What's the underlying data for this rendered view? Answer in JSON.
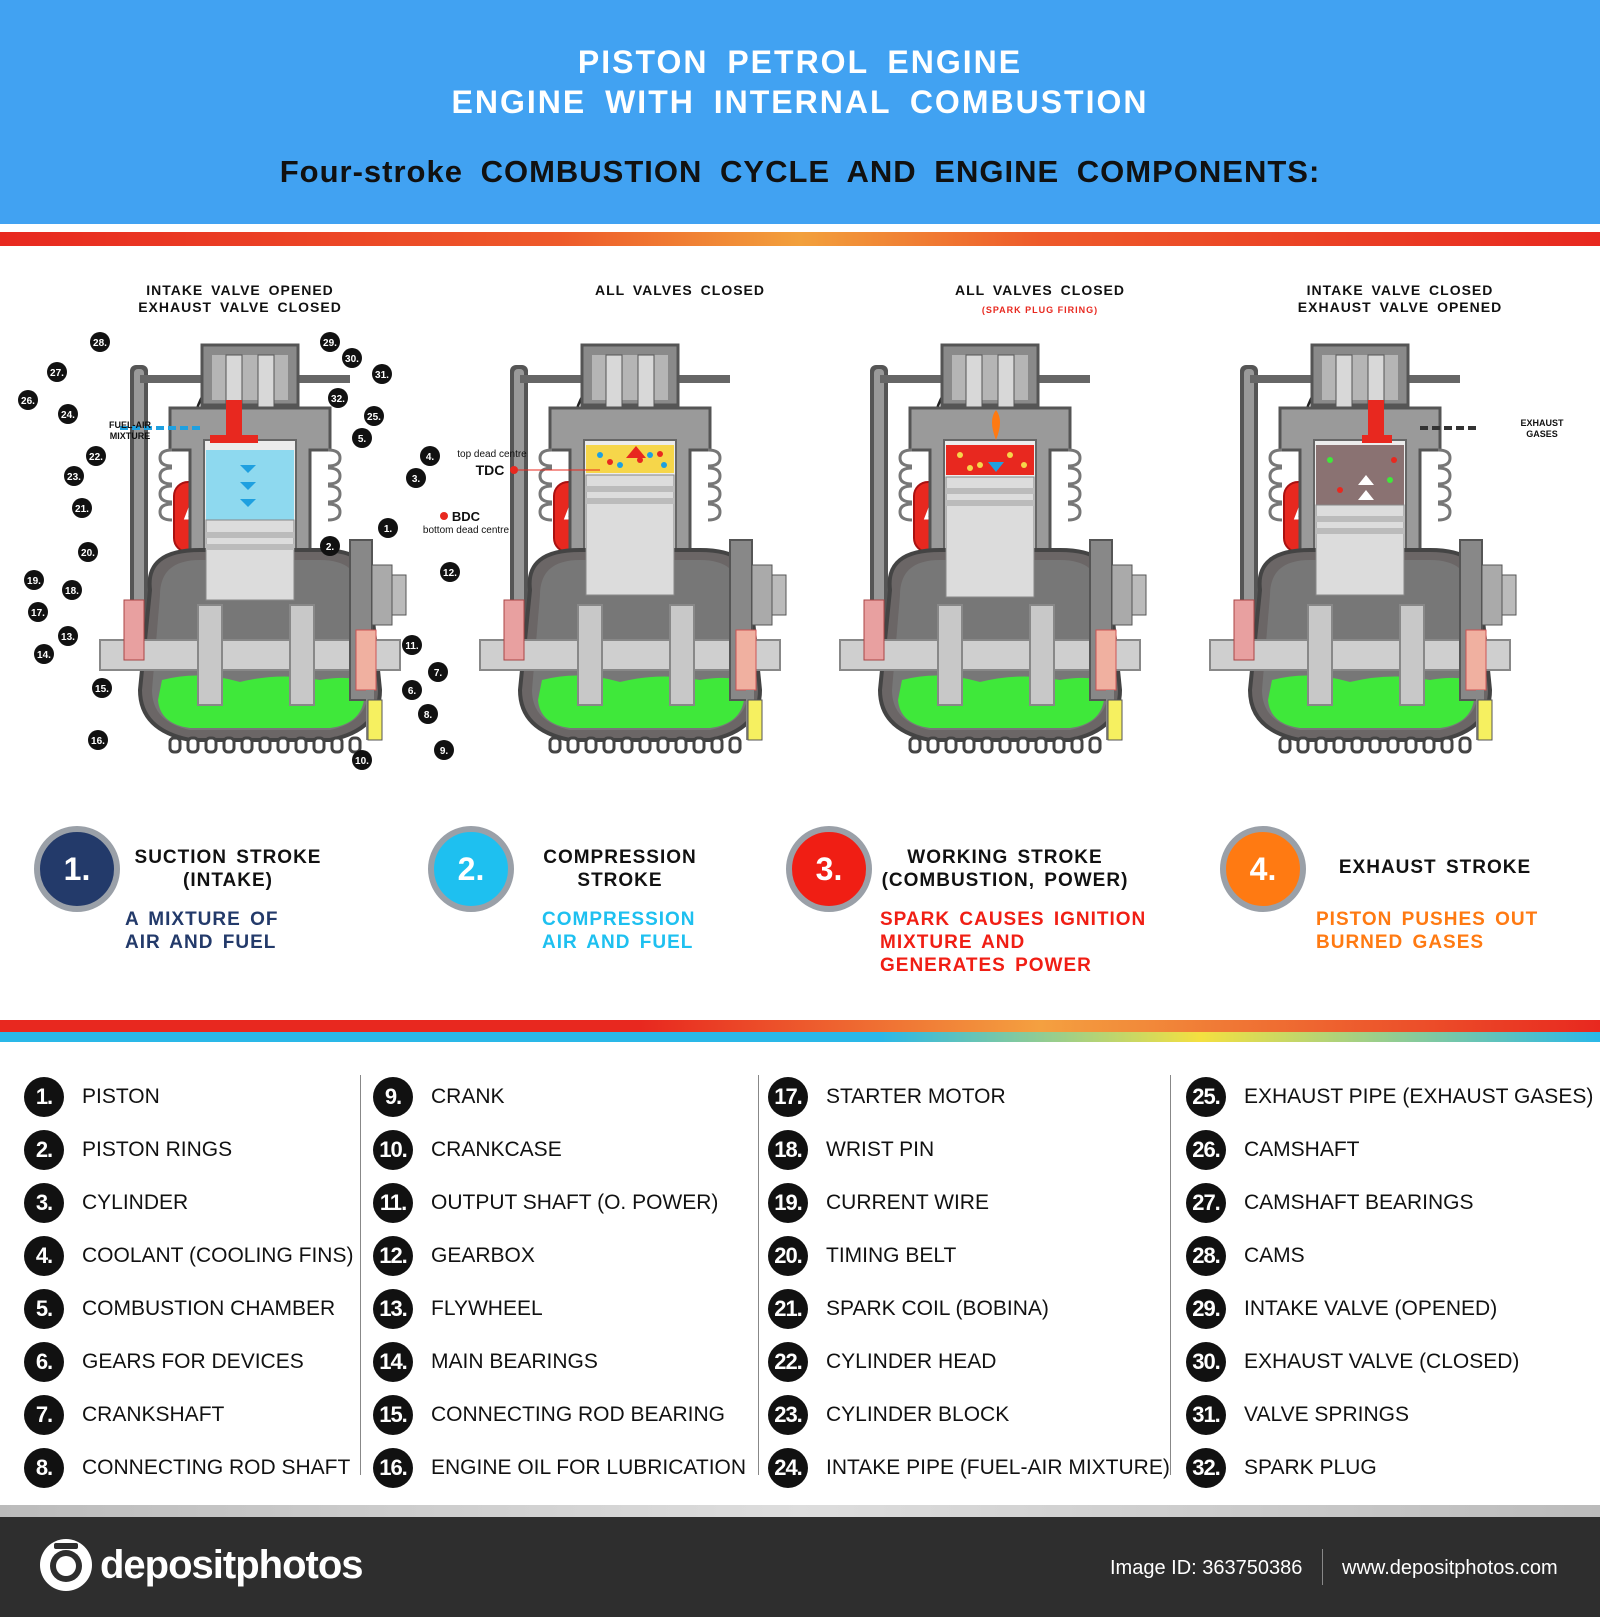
{
  "header": {
    "title_line1": "PISTON PETROL ENGINE",
    "title_line2": "ENGINE WITH INTERNAL COMBUSTION",
    "subtitle": "Four-stroke COMBUSTION CYCLE AND ENGINE COMPONENTS:"
  },
  "panels": [
    {
      "valve_line1": "INTAKE VALVE OPENED",
      "valve_line2": "EXHAUST VALVE CLOSED",
      "note": ""
    },
    {
      "valve_line1": "ALL VALVES CLOSED",
      "valve_line2": "",
      "note": ""
    },
    {
      "valve_line1": "ALL VALVES CLOSED",
      "valve_line2": "",
      "note": "(SPARK PLUG FIRING)"
    },
    {
      "valve_line1": "INTAKE VALVE CLOSED",
      "valve_line2": "EXHAUST VALVE OPENED",
      "note": ""
    }
  ],
  "annotations": {
    "fuel_air": "FUEL-AIR",
    "mixture": "MIXTURE",
    "tdc_small": "top dead centre",
    "tdc": "TDC",
    "bdc": "BDC",
    "bdc_small": "bottom dead centre",
    "exhaust": "EXHAUST",
    "gases": "GASES"
  },
  "callout_numbers": [
    "28.",
    "29.",
    "30.",
    "27.",
    "31.",
    "26.",
    "32.",
    "24.",
    "25.",
    "5.",
    "22.",
    "4.",
    "3.",
    "23.",
    "21.",
    "1.",
    "2.",
    "20.",
    "12.",
    "19.",
    "18.",
    "17.",
    "13.",
    "11.",
    "14.",
    "7.",
    "15.",
    "6.",
    "8.",
    "16.",
    "9.",
    "10."
  ],
  "strokes": [
    {
      "number": "1.",
      "name_line1": "SUCTION STROKE",
      "name_line2": "(INTAKE)",
      "desc_line1": "A MIXTURE OF",
      "desc_line2": "AIR AND FUEL",
      "desc_line3": "",
      "circle_color": "#233a6a",
      "text_color": "#233a6a"
    },
    {
      "number": "2.",
      "name_line1": "COMPRESSION",
      "name_line2": "STROKE",
      "desc_line1": "COMPRESSION",
      "desc_line2": "AIR AND FUEL",
      "desc_line3": "",
      "circle_color": "#1ec0f0",
      "text_color": "#1ec0f0"
    },
    {
      "number": "3.",
      "name_line1": "WORKING STROKE",
      "name_line2": "(COMBUSTION, POWER)",
      "desc_line1": "SPARK CAUSES IGNITION",
      "desc_line2": "MIXTURE AND",
      "desc_line3": "GENERATES POWER",
      "circle_color": "#f01e14",
      "text_color": "#f01e14"
    },
    {
      "number": "4.",
      "name_line1": "EXHAUST STROKE",
      "name_line2": "",
      "desc_line1": "PISTON PUSHES OUT",
      "desc_line2": "BURNED GASES",
      "desc_line3": "",
      "circle_color": "#ff7a12",
      "text_color": "#ff7a12"
    }
  ],
  "components": [
    {
      "n": "1.",
      "label": "PISTON"
    },
    {
      "n": "2.",
      "label": "PISTON RINGS"
    },
    {
      "n": "3.",
      "label": "CYLINDER"
    },
    {
      "n": "4.",
      "label": "COOLANT (COOLING FINS)"
    },
    {
      "n": "5.",
      "label": "COMBUSTION CHAMBER"
    },
    {
      "n": "6.",
      "label": "GEARS FOR DEVICES"
    },
    {
      "n": "7.",
      "label": "CRANKSHAFT"
    },
    {
      "n": "8.",
      "label": "CONNECTING ROD SHAFT"
    },
    {
      "n": "9.",
      "label": "CRANK"
    },
    {
      "n": "10.",
      "label": "CRANKCASE"
    },
    {
      "n": "11.",
      "label": "OUTPUT SHAFT (O. POWER)"
    },
    {
      "n": "12.",
      "label": "GEARBOX"
    },
    {
      "n": "13.",
      "label": "FLYWHEEL"
    },
    {
      "n": "14.",
      "label": "MAIN BEARINGS"
    },
    {
      "n": "15.",
      "label": "CONNECTING ROD BEARING"
    },
    {
      "n": "16.",
      "label": "ENGINE OIL FOR LUBRICATION"
    },
    {
      "n": "17.",
      "label": "STARTER MOTOR"
    },
    {
      "n": "18.",
      "label": "WRIST PIN"
    },
    {
      "n": "19.",
      "label": "CURRENT WIRE"
    },
    {
      "n": "20.",
      "label": "TIMING BELT"
    },
    {
      "n": "21.",
      "label": "SPARK COIL (BOBINA)"
    },
    {
      "n": "22.",
      "label": "CYLINDER HEAD"
    },
    {
      "n": "23.",
      "label": "CYLINDER BLOCK"
    },
    {
      "n": "24.",
      "label": "INTAKE PIPE (FUEL-AIR MIXTURE)"
    },
    {
      "n": "25.",
      "label": "EXHAUST PIPE (EXHAUST GASES)"
    },
    {
      "n": "26.",
      "label": "CAMSHAFT"
    },
    {
      "n": "27.",
      "label": "CAMSHAFT BEARINGS"
    },
    {
      "n": "28.",
      "label": "CAMS"
    },
    {
      "n": "29.",
      "label": "INTAKE VALVE (OPENED)"
    },
    {
      "n": "30.",
      "label": "EXHAUST VALVE (CLOSED)"
    },
    {
      "n": "31.",
      "label": "VALVE SPRINGS"
    },
    {
      "n": "32.",
      "label": "SPARK PLUG"
    }
  ],
  "footer": {
    "logo_text": "depositphotos",
    "image_id": "Image ID: 363750386",
    "site": "www.depositphotos.com"
  },
  "colors": {
    "header_bg": "#41a2f2",
    "oil": "#3fe83a",
    "coil": "#e8281f",
    "footer_bg": "#2e2e2e"
  }
}
